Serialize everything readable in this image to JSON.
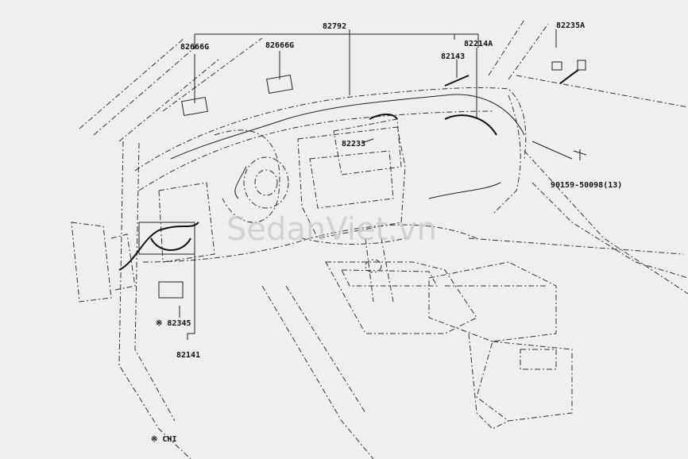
{
  "diagram": {
    "callouts": {
      "p82792": "82792",
      "p82666g_left": "82666G",
      "p82666g_mid": "82666G",
      "p82143": "82143",
      "p82214a": "82214A",
      "p82235a": "82235A",
      "p82233": "82233",
      "p90159": "90159-50098(13)",
      "p82345": "※ 82345",
      "p82141": "82141"
    },
    "footnote": "※ CHI",
    "watermark": "SedanViet.vn"
  }
}
